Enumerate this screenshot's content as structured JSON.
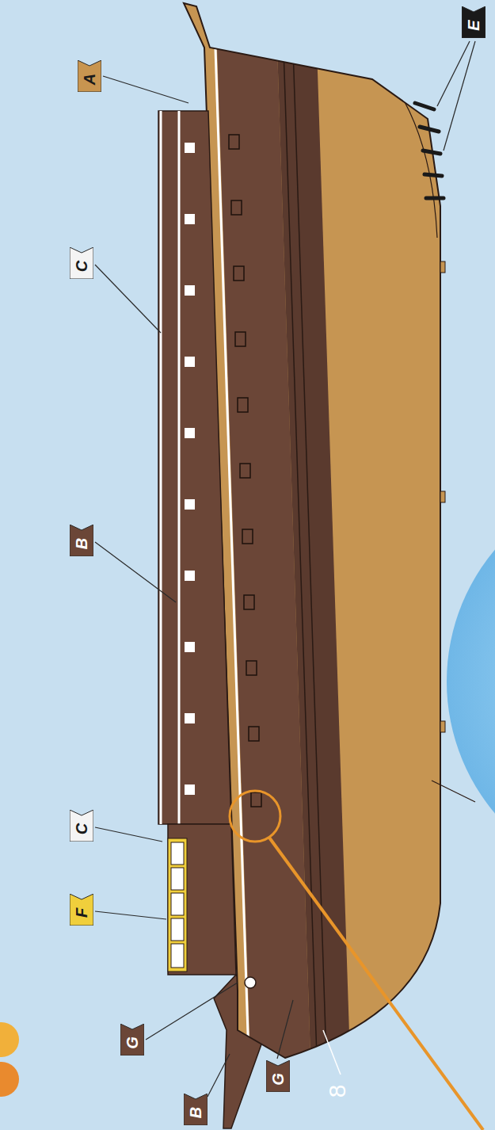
{
  "diagram": {
    "nodes": [
      {
        "text": [
          "E"
        ]
      },
      {
        "text": [
          "A"
        ]
      },
      {
        "text": [
          "C"
        ]
      },
      {
        "text": [
          "B"
        ]
      },
      {
        "text": [
          "C"
        ]
      },
      {
        "text": [
          "F"
        ]
      },
      {
        "text": [
          "G"
        ]
      },
      {
        "text": [
          "G"
        ]
      },
      {
        "text": [
          "B"
        ]
      }
    ],
    "labels": [
      "8"
    ]
  }
}
